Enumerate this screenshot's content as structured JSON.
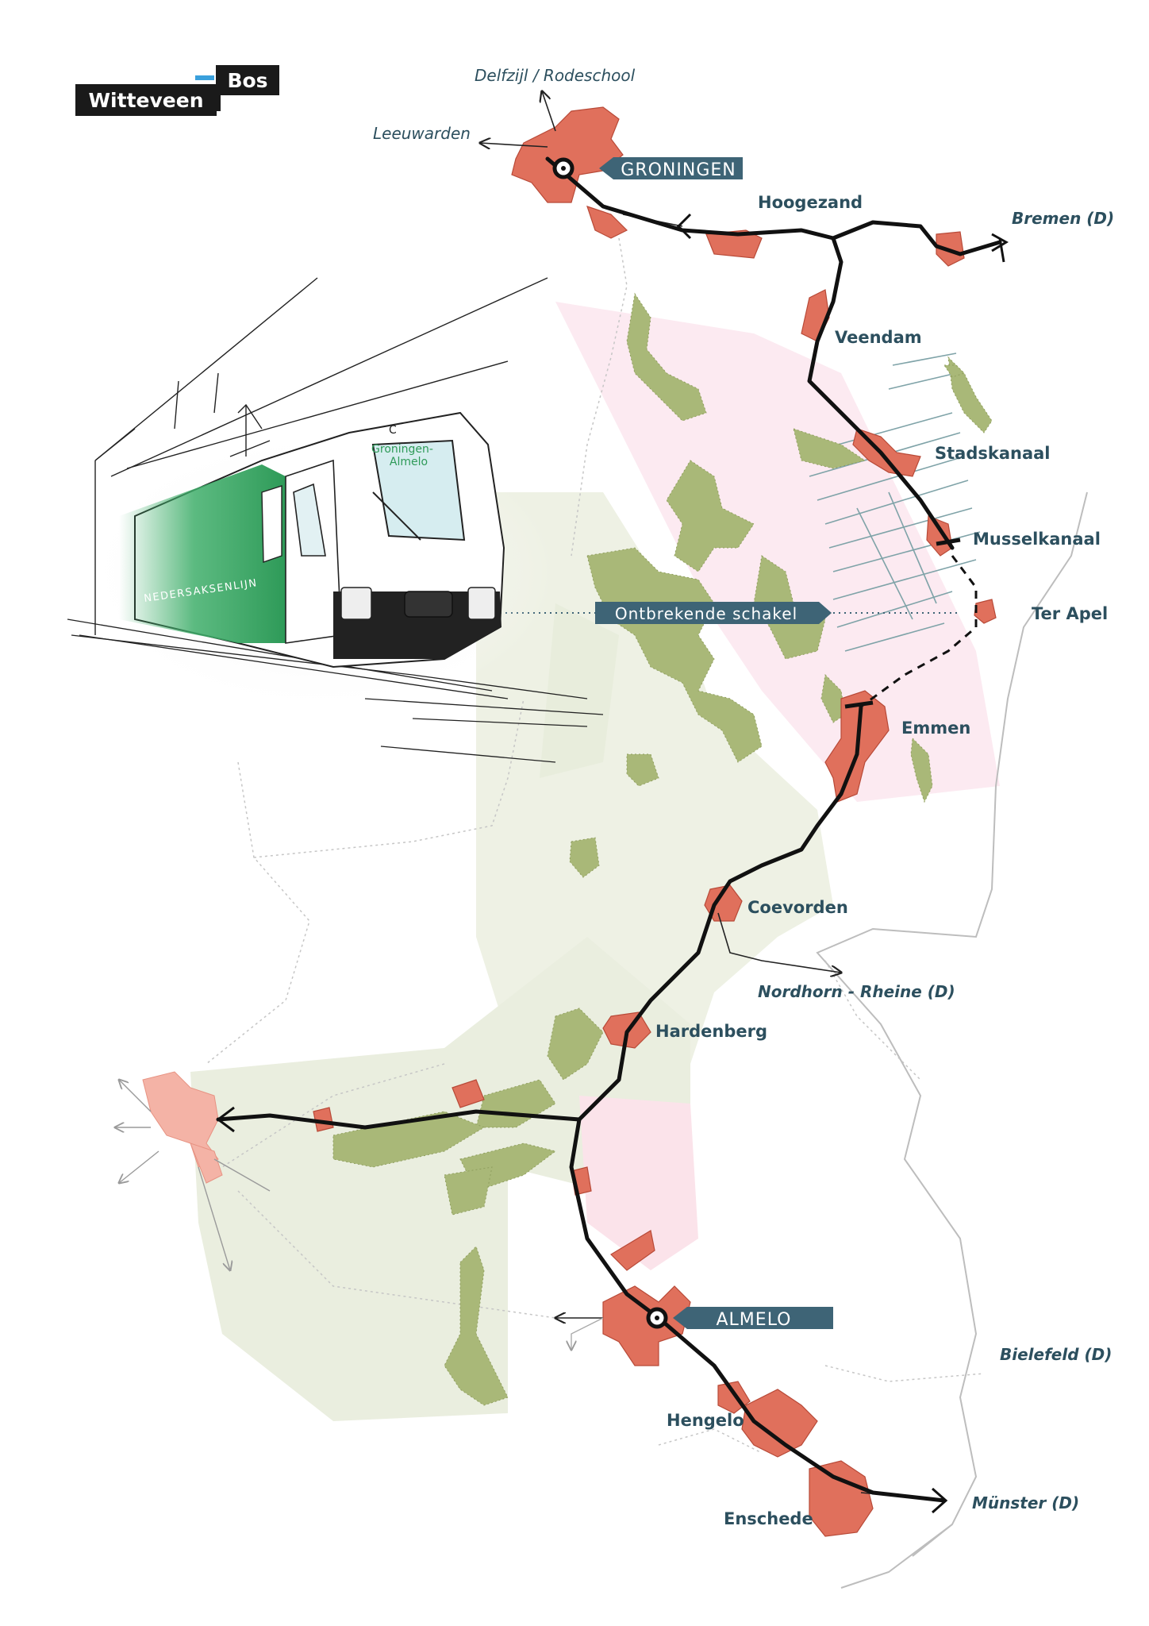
{
  "logo": {
    "line1": "Bos",
    "line2": "Witteveen"
  },
  "train": {
    "destination_sign": "Groningen-\nAlmelo",
    "side_text": "NEDERSAKSENLIJN",
    "route_letter": "C"
  },
  "stations": {
    "groningen": "GRONINGEN",
    "almelo": "ALMELO"
  },
  "missing_link": "Ontbrekende schakel",
  "places": {
    "delfzijl": "Delfzijl / Rodeschool",
    "leeuwarden": "Leeuwarden",
    "hoogezand": "Hoogezand",
    "bremen": "Bremen (D)",
    "veendam": "Veendam",
    "stadskanaal": "Stadskanaal",
    "musselkanaal": "Musselkanaal",
    "ter_apel": "Ter Apel",
    "emmen": "Emmen",
    "coevorden": "Coevorden",
    "nordhorn": "Nordhorn - Rheine (D)",
    "hardenberg": "Hardenberg",
    "bielefeld": "Bielefeld (D)",
    "hengelo": "Hengelo",
    "enschede": "Enschede",
    "munster": "Münster (D)"
  },
  "colors": {
    "city": "#e0705c",
    "forest": "#a9b878",
    "rail": "#111111",
    "label": "#2c4f5e",
    "tag": "#3e6476",
    "train_green": "#3fae6a"
  }
}
